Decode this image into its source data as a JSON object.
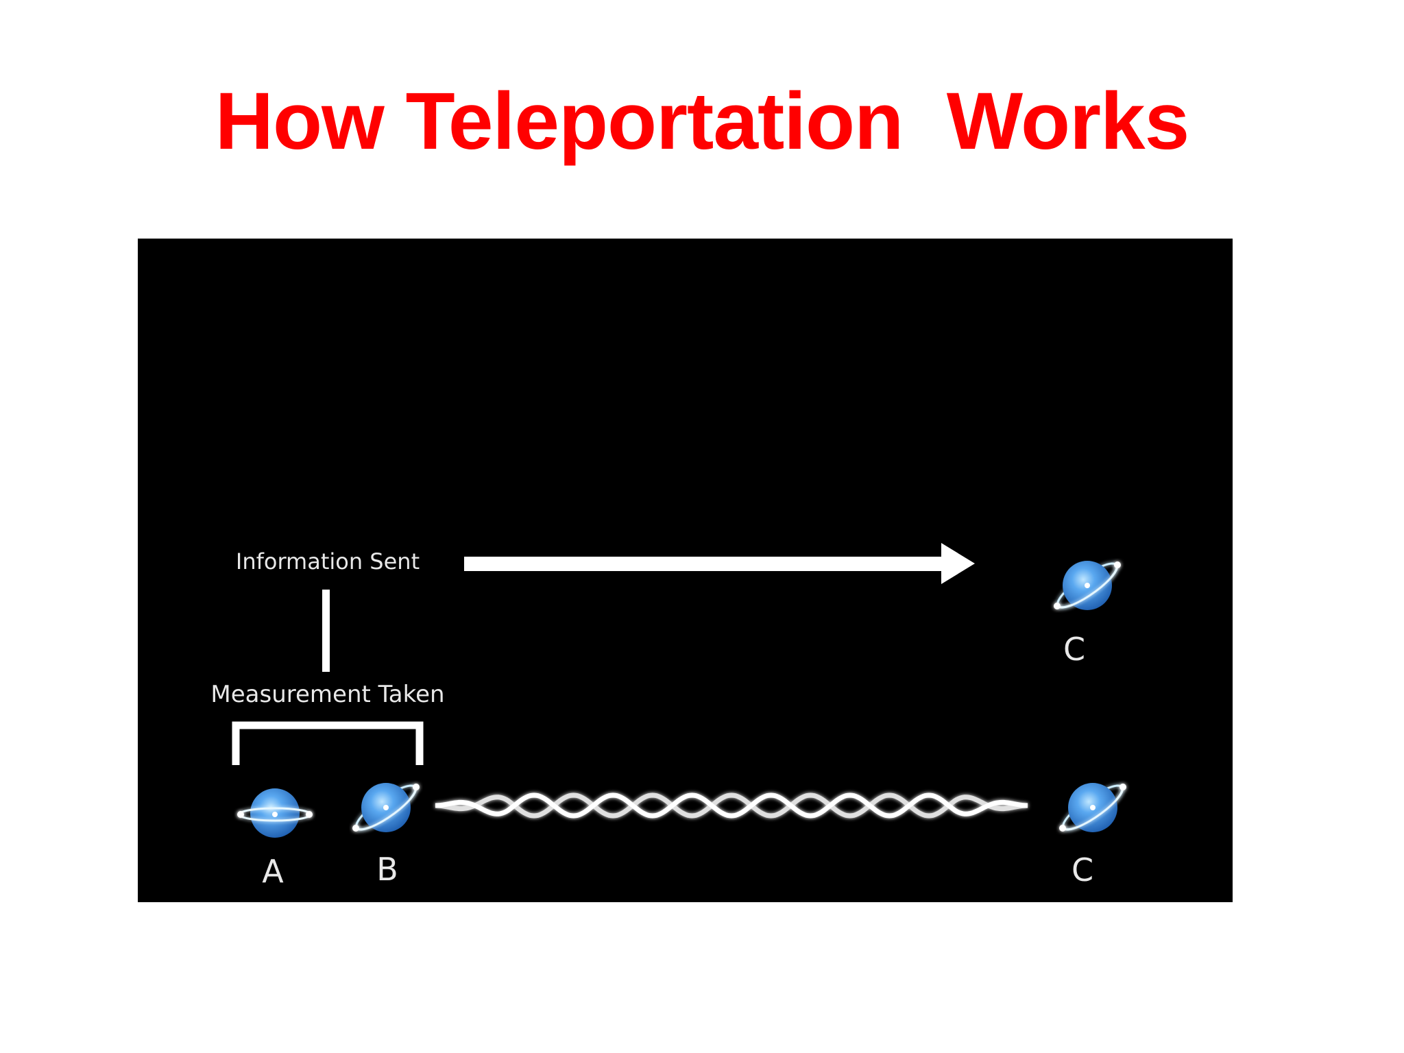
{
  "slide": {
    "title": "How Teleportation  Works"
  },
  "diagram": {
    "information_label": "Information Sent",
    "measurement_label": "Measurement Taken",
    "particles": [
      {
        "label": "A"
      },
      {
        "label": "B"
      },
      {
        "label": "C"
      },
      {
        "label": "C"
      }
    ],
    "colors": {
      "title": "#ff0000",
      "background": "#000000",
      "particle": "#3f8fe0",
      "lines": "#ffffff"
    }
  }
}
